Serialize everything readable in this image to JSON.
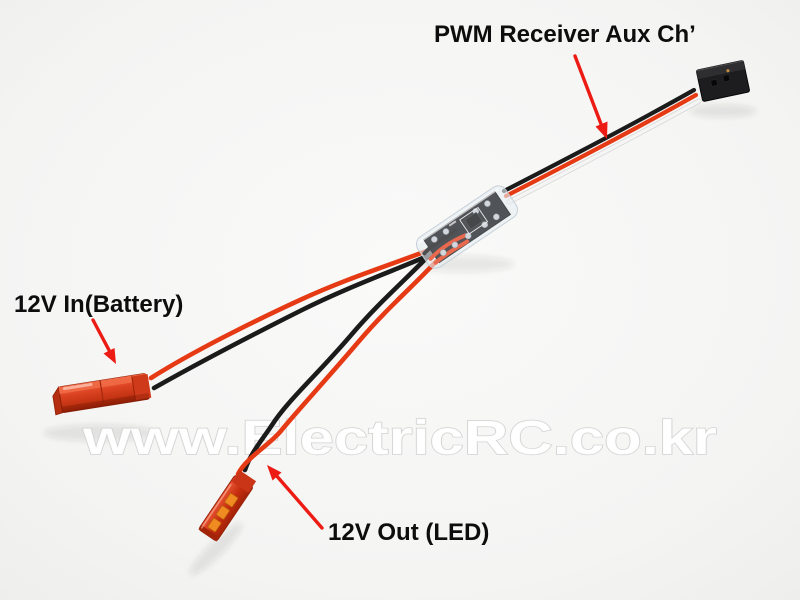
{
  "annotations": {
    "pwm_receiver": {
      "label": "PWM Receiver Aux Ch’"
    },
    "battery_in": {
      "label": "12V In(Battery)"
    },
    "led_out": {
      "label": "12V Out (LED)"
    }
  },
  "watermark": {
    "text": "www.ElectricRC.co.kr"
  },
  "parts": {
    "receiver_plug": "pwm-receiver-servo-plug",
    "control_module": "pwm-switch-module-pcb",
    "battery_connector": "jst-battery-input-connector",
    "led_connector": "jst-led-output-connector"
  },
  "colors": {
    "background": "#f4f4f3",
    "annotation_text": "#0d0d0d",
    "arrow_red": "#ec1b13",
    "wire_red": "#e63a14",
    "wire_black": "#1b1b1b",
    "wire_white": "#f5f5f5",
    "connector_red": "#d63a1e",
    "connector_black": "#1d1d1f",
    "pcb_black": "#1b1c20",
    "watermark_stroke": "#d2d2d2",
    "watermark_fill": "#ffffff"
  }
}
